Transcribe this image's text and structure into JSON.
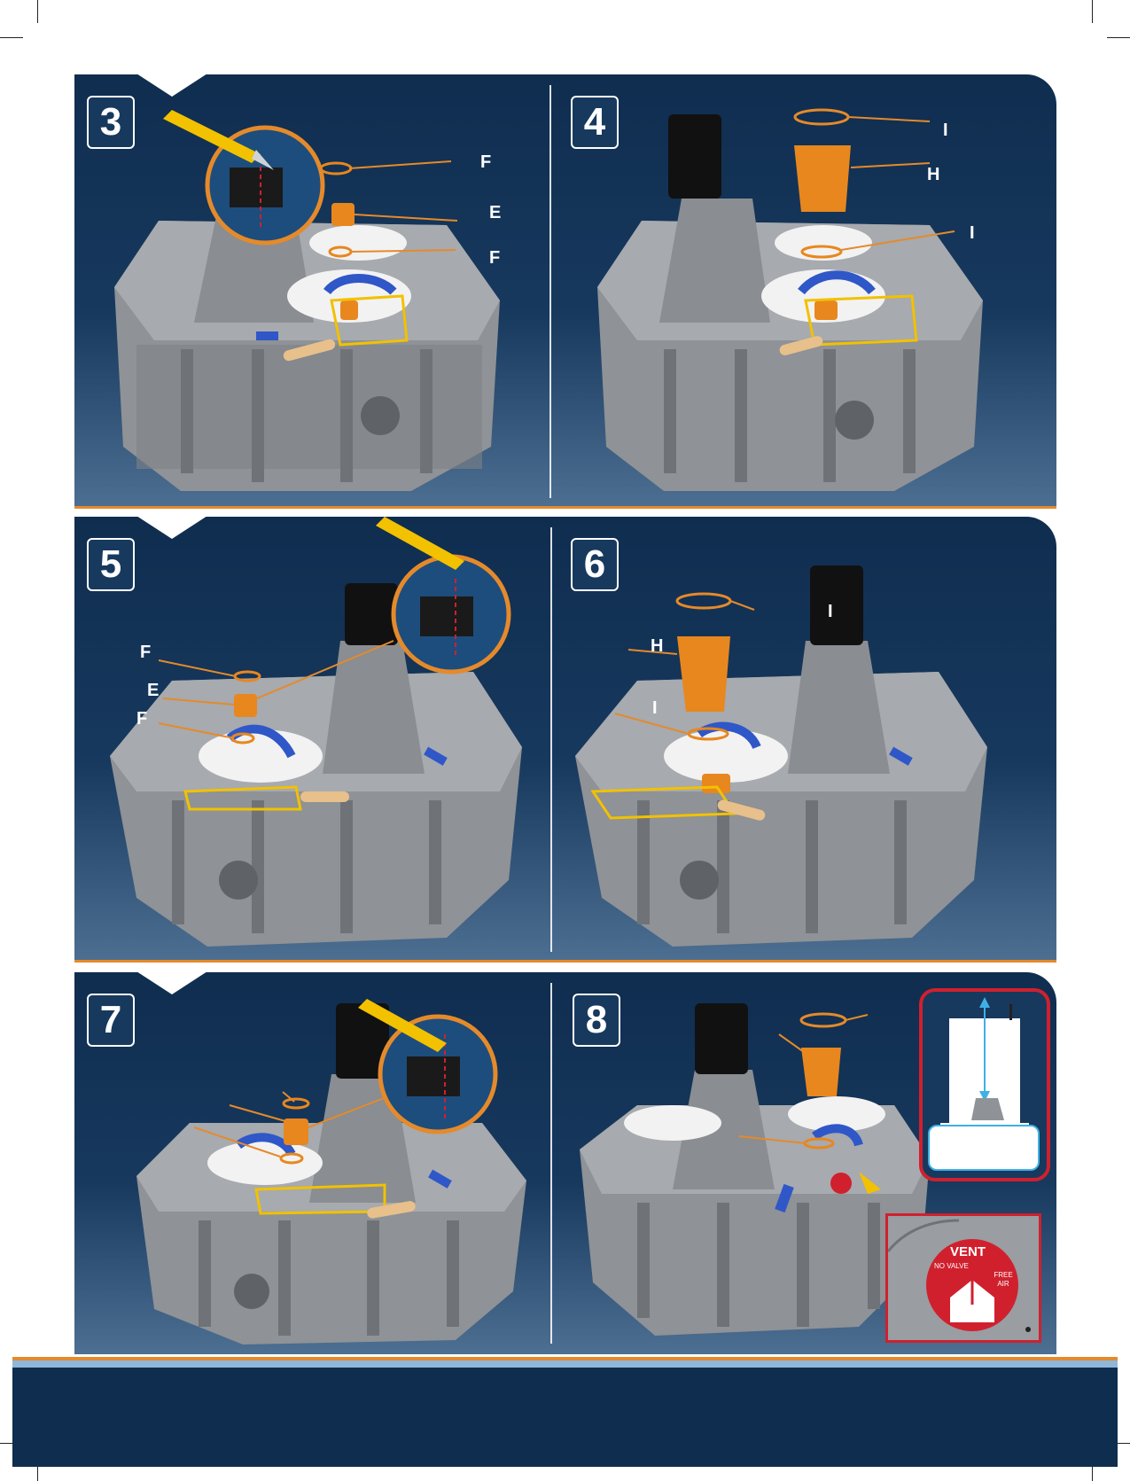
{
  "steps": [
    {
      "number": "3",
      "labels": [
        "F",
        "E",
        "F"
      ]
    },
    {
      "number": "4",
      "labels": [
        "I",
        "H",
        "I"
      ]
    },
    {
      "number": "5",
      "labels": [
        "F",
        "E",
        "F"
      ]
    },
    {
      "number": "6",
      "labels": [
        "I",
        "H",
        "I"
      ]
    },
    {
      "number": "7",
      "labels": []
    },
    {
      "number": "8",
      "labels": []
    }
  ],
  "vent_sticker": {
    "title": "VENT",
    "left_text": "NO VALVE",
    "right_text": "FREE AIR"
  },
  "colors": {
    "band": "#17395e",
    "accent_orange": "#e58a2b",
    "footer_blue": "#8fb7da",
    "part_orange": "#e8871e",
    "part_blue": "#2f57c8",
    "tank_grey": "#9a9da1",
    "clip_yellow": "#f2c100",
    "alert_red": "#d0202e"
  },
  "icons": [
    "utility-knife-icon",
    "magnifier-detail-icon",
    "vent-sticker-icon",
    "height-arrow-icon"
  ]
}
